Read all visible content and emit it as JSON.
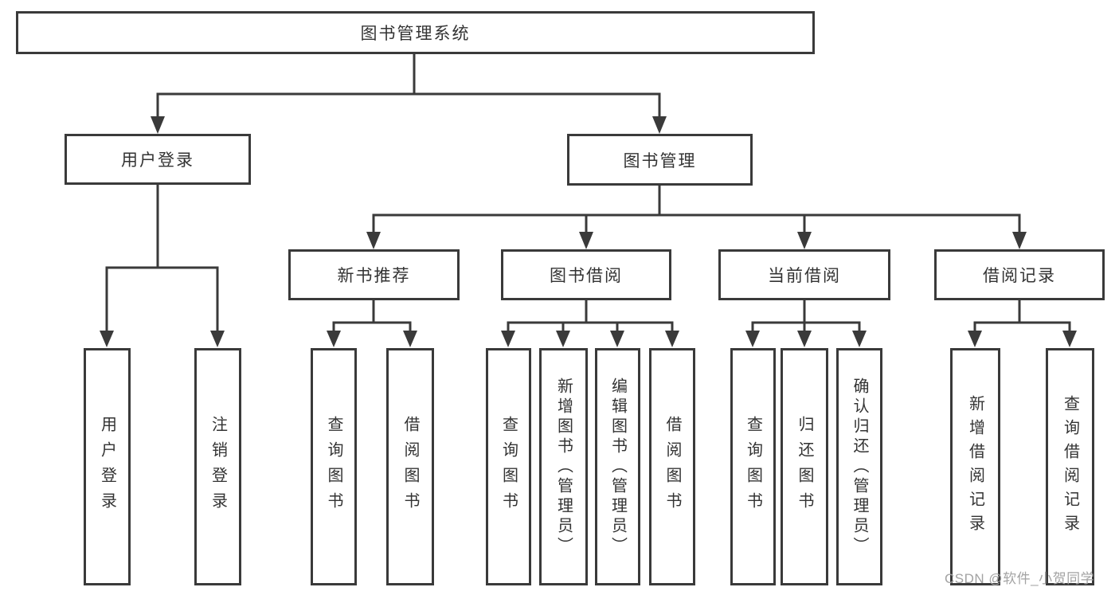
{
  "diagram": {
    "root": {
      "label": "图书管理系统"
    },
    "branches": [
      {
        "label": "用户登录",
        "children": [
          {
            "label": "用户登录"
          },
          {
            "label": "注销登录"
          }
        ]
      },
      {
        "label": "图书管理",
        "children": [
          {
            "label": "新书推荐",
            "children": [
              {
                "label": "查询图书"
              },
              {
                "label": "借阅图书"
              }
            ]
          },
          {
            "label": "图书借阅",
            "children": [
              {
                "label": "查询图书"
              },
              {
                "label": "新增图书（管理员）"
              },
              {
                "label": "编辑图书（管理员）"
              },
              {
                "label": "借阅图书"
              }
            ]
          },
          {
            "label": "当前借阅",
            "children": [
              {
                "label": "查询图书"
              },
              {
                "label": "归还图书"
              },
              {
                "label": "确认归还（管理员）"
              }
            ]
          },
          {
            "label": "借阅记录",
            "children": [
              {
                "label": "新增借阅记录"
              },
              {
                "label": "查询借阅记录"
              }
            ]
          }
        ]
      }
    ],
    "line_color": "#3a3a3a",
    "text_color": "#333333",
    "background_color": "#ffffff"
  },
  "watermark": {
    "text": "CSDN @软件_小贺同学"
  }
}
